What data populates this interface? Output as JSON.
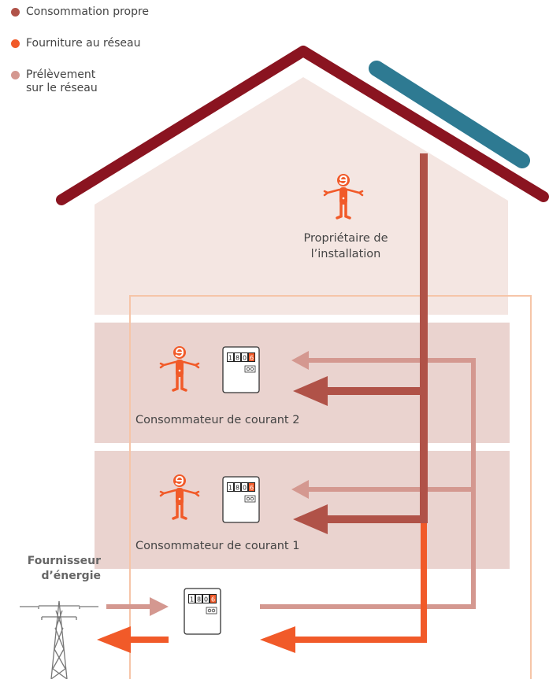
{
  "legend": [
    {
      "label": "Consommation propre",
      "color": "#b05248"
    },
    {
      "label": "Fourniture au réseau",
      "color": "#f15a29"
    },
    {
      "label": "Prélèvement\nsur le réseau",
      "color": "#d49890"
    }
  ],
  "owner_label": "Propriétaire de\nl’installation",
  "consumer_2_label": "Consommateur de courant 2",
  "consumer_1_label": "Consommateur de courant 1",
  "supplier_label": "Fournisseur\nd’énergie",
  "meter_digits": [
    "1",
    "8",
    "0",
    "6"
  ],
  "colors": {
    "roof": "#8a1420",
    "solar_panel": "#2e7a92",
    "house_fill": "#f4e6e2",
    "floor_fill": "#ead3cf",
    "own_consumption": "#b05248",
    "grid_feed": "#f15a29",
    "grid_draw": "#d49890",
    "outline": "#f6c5a8",
    "person": "#f15a29"
  },
  "icons": [
    "person-icon",
    "electricity-meter-icon",
    "power-pylon-icon"
  ]
}
